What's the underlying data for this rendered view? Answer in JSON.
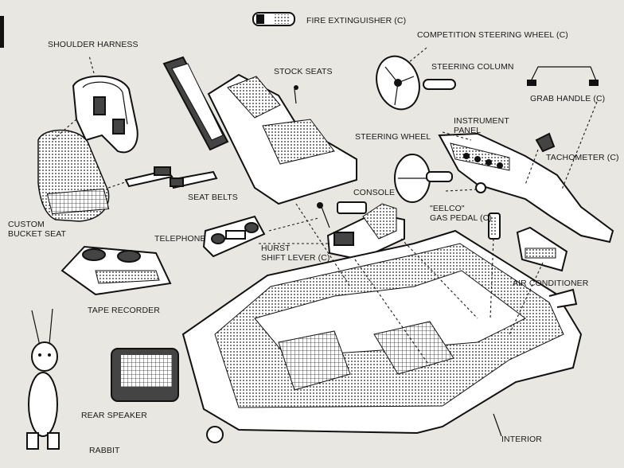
{
  "labels": {
    "fire_extinguisher": "FIRE EXTINGUISHER (C)",
    "shoulder_harness": "SHOULDER HARNESS",
    "stock_seats": "STOCK SEATS",
    "competition_steering_wheel": "COMPETITION STEERING WHEEL (C)",
    "steering_column": "STEERING COLUMN",
    "grab_handle": "GRAB HANDLE (C)",
    "instrument_panel_line1": "INSTRUMENT",
    "instrument_panel_line2": "PANEL",
    "steering_wheel": "STEERING WHEEL",
    "tachometer": "TACHOMETER (C)",
    "seat_belts": "SEAT BELTS",
    "console": "CONSOLE",
    "eelco_line1": "\"EELCO\"",
    "eelco_line2": "GAS PEDAL (C)",
    "custom_bucket_seat_line1": "CUSTOM",
    "custom_bucket_seat_line2": "BUCKET SEAT",
    "telephone": "TELEPHONE",
    "hurst_line1": "HURST",
    "hurst_line2": "SHIFT LEVER (C)",
    "air_conditioner": "AIR CONDITIONER",
    "tape_recorder": "TAPE RECORDER",
    "rear_speaker": "REAR SPEAKER",
    "interior": "INTERIOR",
    "rabbit": "RABBIT"
  }
}
